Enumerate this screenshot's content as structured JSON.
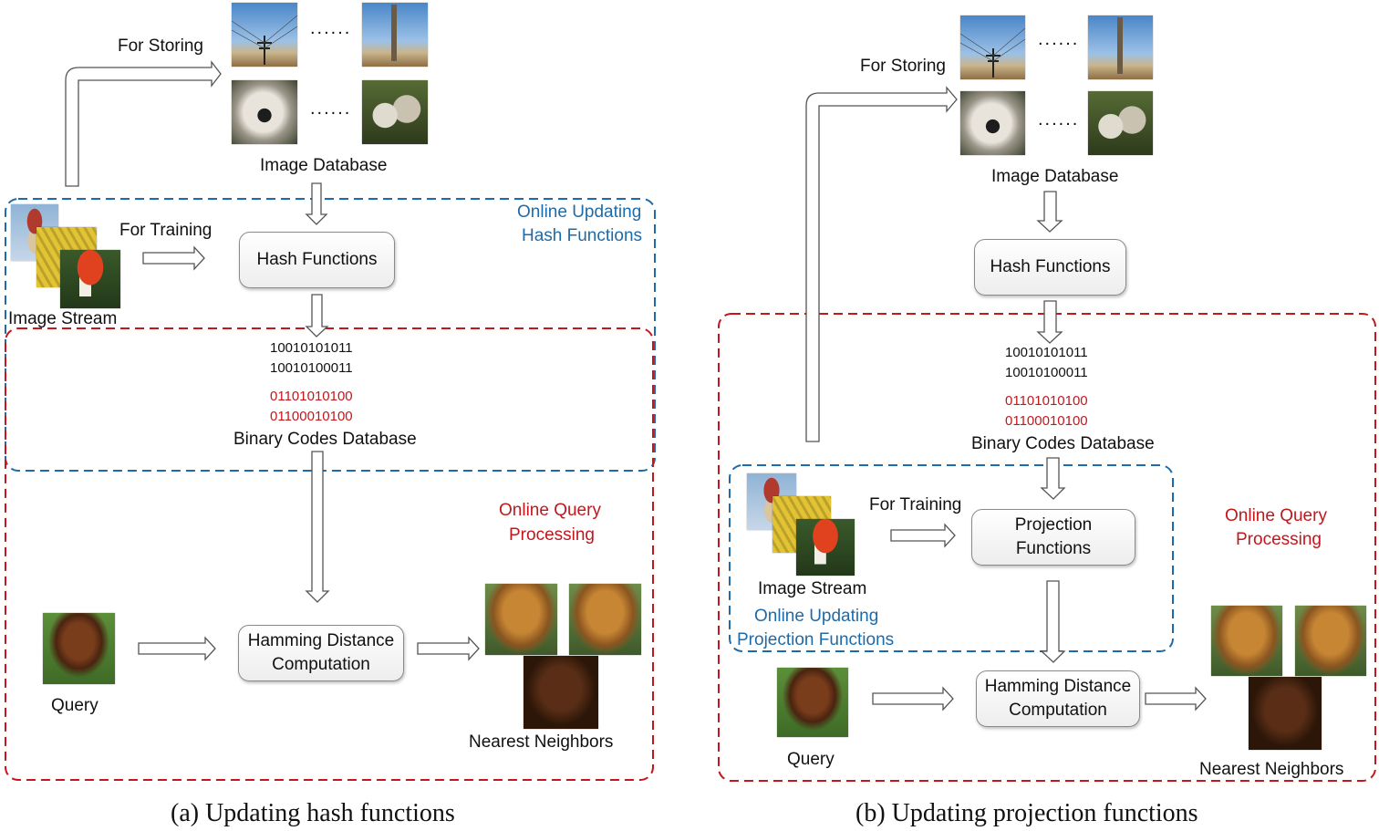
{
  "panel_a": {
    "for_storing": "For Storing",
    "image_database": "Image Database",
    "dots": "......",
    "for_training": "For Training",
    "online_updating_line1": "Online Updating",
    "online_updating_line2": "Hash Functions",
    "hash_functions": "Hash Functions",
    "image_stream": "Image Stream",
    "codes_black": [
      "10010101011",
      "10010100011"
    ],
    "codes_red": [
      "01101010100",
      "01100010100"
    ],
    "binary_codes_database": "Binary Codes Database",
    "online_query_line1": "Online Query",
    "online_query_line2": "Processing",
    "query": "Query",
    "hamming_line1": "Hamming Distance",
    "hamming_line2": "Computation",
    "nearest_neighbors": "Nearest Neighbors",
    "caption": "(a) Updating hash functions"
  },
  "panel_b": {
    "for_storing": "For Storing",
    "image_database": "Image Database",
    "dots": "......",
    "hash_functions": "Hash Functions",
    "codes_black": [
      "10010101011",
      "10010100011"
    ],
    "codes_red": [
      "01101010100",
      "01100010100"
    ],
    "binary_codes_database": "Binary Codes Database",
    "for_training": "For Training",
    "projection_line1": "Projection",
    "projection_line2": "Functions",
    "image_stream": "Image Stream",
    "online_updating_line1": "Online Updating",
    "online_updating_line2": "Projection Functions",
    "online_query_line1": "Online Query",
    "online_query_line2": "Processing",
    "query": "Query",
    "hamming_line1": "Hamming Distance",
    "hamming_line2": "Computation",
    "nearest_neighbors": "Nearest Neighbors",
    "caption": "(b) Updating projection functions"
  },
  "colors": {
    "blue_dash": "#1f6aa8",
    "red_dash": "#c4161c",
    "arrow_stroke": "#555555"
  }
}
